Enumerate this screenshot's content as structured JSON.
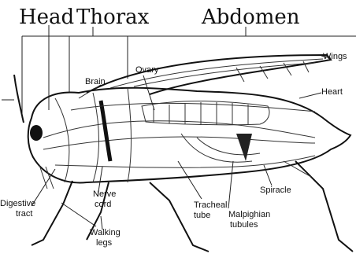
{
  "regions": {
    "head": "Head",
    "thorax": "Thorax",
    "abdomen": "Abdomen"
  },
  "labels": {
    "wings": "Wings",
    "heart": "Heart",
    "brain": "Brain",
    "ovary": "Ovary",
    "spiracle": "Spiracle",
    "digestive_line1": "Digestive",
    "digestive_line2": "tract",
    "nerve_line1": "Nerve",
    "nerve_line2": "cord",
    "tracheal_line1": "Tracheal",
    "tracheal_line2": "tube",
    "malpighian_line1": "Malpighian",
    "malpighian_line2": "tubules",
    "walking_line1": "Walking",
    "walking_line2": "legs"
  }
}
